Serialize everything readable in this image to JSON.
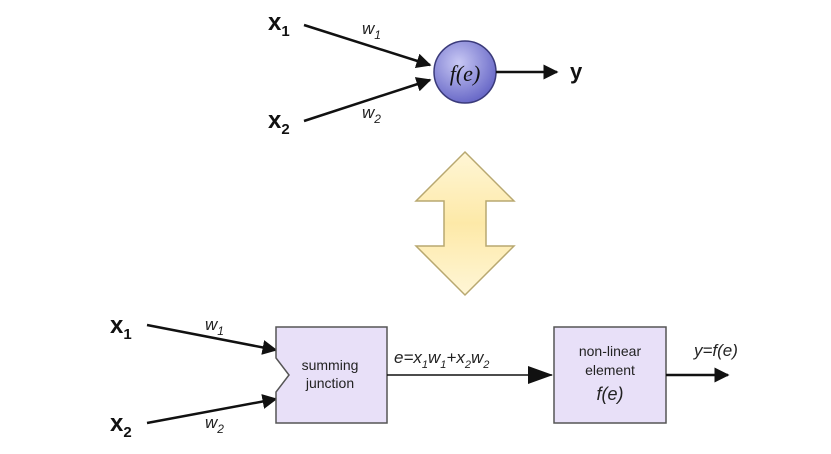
{
  "neuron": {
    "input1": {
      "base": "x",
      "sub": "1"
    },
    "input2": {
      "base": "x",
      "sub": "2"
    },
    "weight1": {
      "base": "w",
      "sub": "1"
    },
    "weight2": {
      "base": "w",
      "sub": "2"
    },
    "function_label": "f(e)",
    "output_label": "y"
  },
  "model": {
    "input1": {
      "base": "x",
      "sub": "1"
    },
    "input2": {
      "base": "x",
      "sub": "2"
    },
    "weight1": {
      "base": "w",
      "sub": "1"
    },
    "weight2": {
      "base": "w",
      "sub": "2"
    },
    "summing_box": {
      "line1": "summing",
      "line2": "junction"
    },
    "sum_equation": {
      "e": "e=x",
      "s1": "1",
      "w1": "w",
      "s2": "1",
      "plus": "+x",
      "s3": "2",
      "w2": "w",
      "s4": "2"
    },
    "nonlinear_box": {
      "line1": "non-linear",
      "line2": "element",
      "line3": "f(e)"
    },
    "output_label": "y=f(e)"
  },
  "colors": {
    "neuron_fill": "#8f8fdb",
    "box_fill": "#e8e0f8",
    "box_stroke": "#555555",
    "double_arrow_fill": "#fff0bf",
    "double_arrow_stroke": "#b8a870"
  }
}
